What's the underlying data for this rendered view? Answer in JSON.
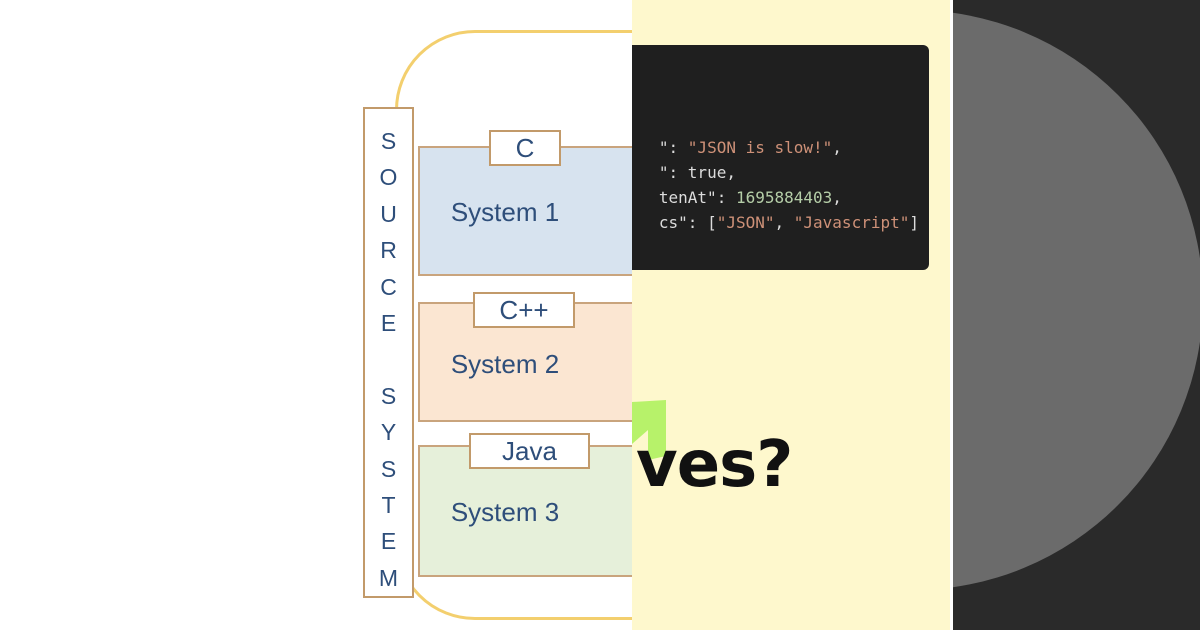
{
  "diagram": {
    "vertical_label": [
      "S",
      "O",
      "U",
      "R",
      "C",
      "E",
      " ",
      "S",
      "Y",
      "S",
      "T",
      "E",
      "M"
    ],
    "systems": [
      {
        "lang": "C",
        "name": "System 1",
        "color": "#d7e3ef"
      },
      {
        "lang": "C++",
        "name": "System 2",
        "color": "#fbe6d2"
      },
      {
        "lang": "Java",
        "name": "System 3",
        "color": "#e6f0da"
      }
    ]
  },
  "code": {
    "lines": [
      [
        {
          "t": "\"",
          "c": "plain"
        },
        {
          "t": ": ",
          "c": "plain"
        },
        {
          "t": "\"JSON is slow!\"",
          "c": "str"
        },
        {
          "t": ",",
          "c": "plain"
        }
      ],
      [
        {
          "t": "\"",
          "c": "plain"
        },
        {
          "t": ": true,",
          "c": "plain"
        }
      ],
      [
        {
          "t": "tenAt\"",
          "c": "plain"
        },
        {
          "t": ": ",
          "c": "plain"
        },
        {
          "t": "1695884403",
          "c": "num"
        },
        {
          "t": ",",
          "c": "plain"
        }
      ],
      [
        {
          "t": "cs\"",
          "c": "plain"
        },
        {
          "t": ": [",
          "c": "plain"
        },
        {
          "t": "\"JSON\"",
          "c": "str"
        },
        {
          "t": ", ",
          "c": "plain"
        },
        {
          "t": "\"Javascript\"",
          "c": "str"
        },
        {
          "t": "]",
          "c": "plain"
        }
      ]
    ]
  },
  "headline": {
    "text": "ves?"
  },
  "colors": {
    "accent_green": "#b7f26a",
    "panel_yellow": "#fef8cd",
    "code_bg": "#1f1f1f",
    "dark_bg": "#2a2a2a"
  }
}
